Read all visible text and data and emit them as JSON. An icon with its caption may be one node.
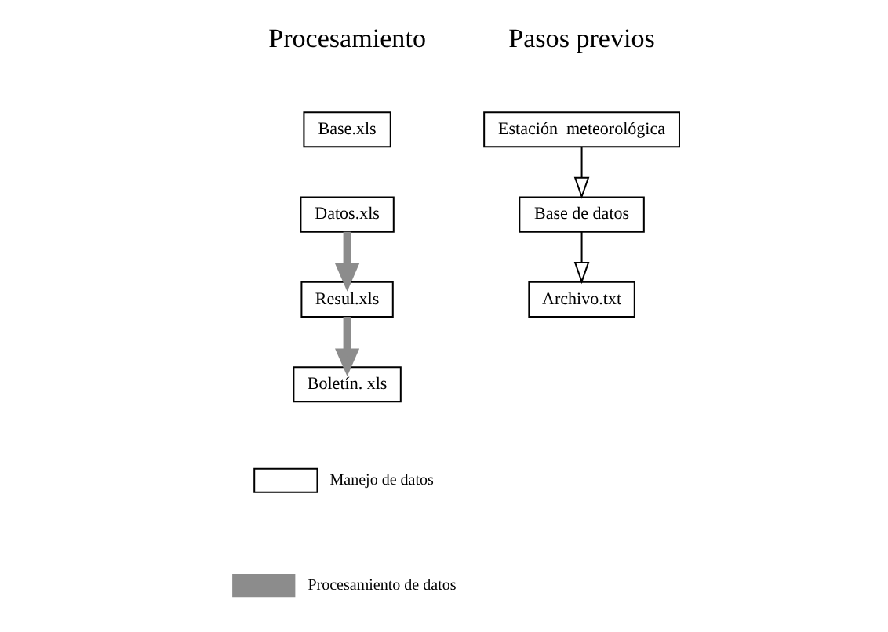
{
  "diagram": {
    "nodes": [
      {
        "text": [
          "Base.xls"
        ]
      },
      {
        "text": [
          "Datos.xls"
        ]
      },
      {
        "text": [
          "Resul.xls"
        ]
      },
      {
        "text": [
          "Boletín. xls"
        ]
      },
      {
        "text": [
          "Estación  meteorológica"
        ]
      },
      {
        "text": [
          "Base de datos"
        ]
      },
      {
        "text": [
          "Archivo.txt"
        ]
      }
    ],
    "edges": [
      {
        "from": 1,
        "to": 2,
        "arrow": "to",
        "style": "thick",
        "color": "#8c8c8c"
      },
      {
        "from": 2,
        "to": 3,
        "arrow": "to",
        "style": "thick",
        "color": "#8c8c8c"
      },
      {
        "from": 4,
        "to": 5,
        "arrow": "to",
        "color": "#000000"
      },
      {
        "from": 5,
        "to": 6,
        "arrow": "to",
        "color": "#000000"
      }
    ],
    "labels": [
      "Procesamiento",
      "Pasos previos"
    ],
    "legend": [
      {
        "text": "Manejo de datos"
      },
      {
        "text": "Procesamiento de datos"
      }
    ]
  }
}
